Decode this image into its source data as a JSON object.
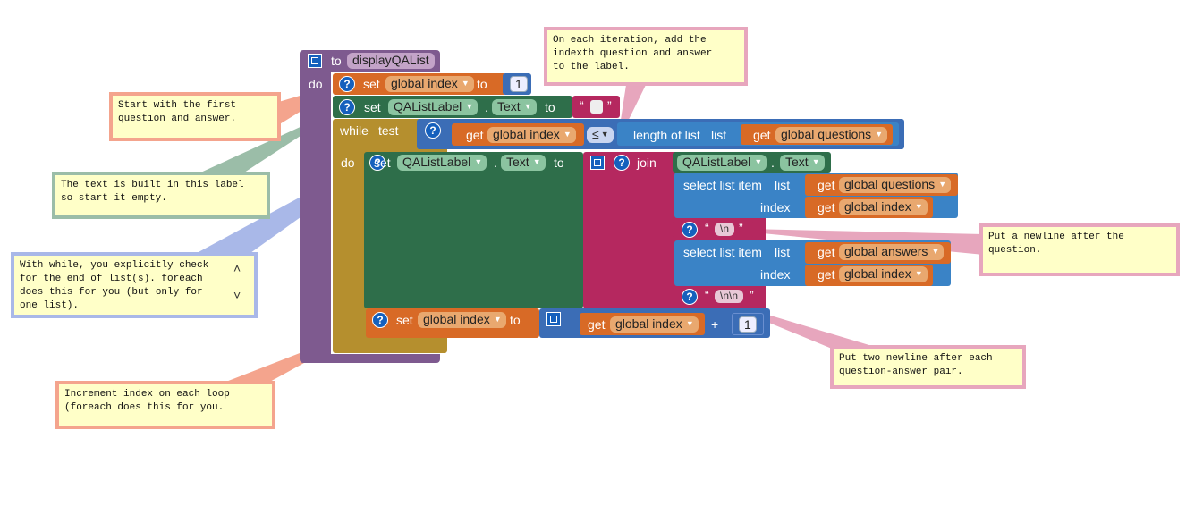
{
  "procedure": {
    "to_label": "to",
    "name": "displayQAList",
    "do_label": "do"
  },
  "blocks": {
    "set_label": "set",
    "to_label": "to",
    "get_label": "get",
    "dot": ".",
    "var_global_index": "global index",
    "var_global_questions": "global questions",
    "var_global_answers": "global answers",
    "component": "QAListLabel",
    "property": "Text",
    "number_one": "1",
    "while_label": "while",
    "test_label": "test",
    "do_label": "do",
    "compare_op": "≤",
    "length_of_list": "length of list",
    "list_label": "list",
    "join_label": "join",
    "select_list_item": "select list item",
    "index_label": "index",
    "newline_text": "\\n",
    "double_newline_text": "\\n\\n",
    "plus_op": "+",
    "quote_open": "“",
    "quote_close": "”"
  },
  "comments": {
    "first": "Start with the first\nquestion and answer.",
    "label_empty": "The text is built in this label\nso start it empty.",
    "while_info": "With while, you explicitly check\nfor the end of list(s). foreach\ndoes this for you (but only for\none list).",
    "increment": "Increment index on each loop\n(foreach does this for you.",
    "iteration": "On each iteration, add the\nindexth question and answer\nto the label.",
    "newline": "Put a newline after the\nquestion.",
    "two_newline": "Put two newline after each\nquestion-answer pair."
  },
  "colors": {
    "procedure": "#7e5a8f",
    "variable": "#d86a26",
    "component": "#2e6e4a",
    "control": "#b58f2e",
    "list": "#3a83c6",
    "text": "#b5285f",
    "math": "#3b6db6"
  }
}
